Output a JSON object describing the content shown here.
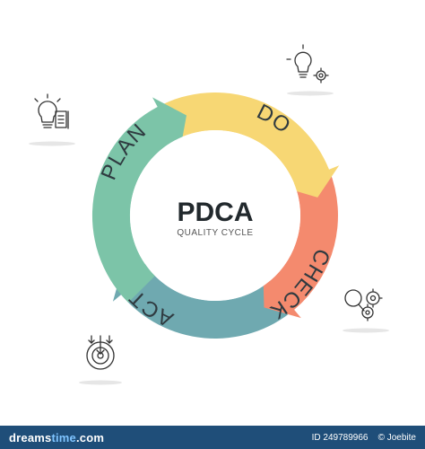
{
  "diagram": {
    "title": "PDCA",
    "subtitle": "QUALITY CYCLE",
    "stages": [
      {
        "label": "PLAN",
        "color": "#7cc4a8",
        "icon": "lightbulb-document-icon"
      },
      {
        "label": "DO",
        "color": "#f7d774",
        "icon": "lightbulb-gear-icon"
      },
      {
        "label": "CHECK",
        "color": "#f48a6e",
        "icon": "magnifier-gears-icon"
      },
      {
        "label": "ACT",
        "color": "#6fa9b0",
        "icon": "target-arrow-icon"
      }
    ]
  },
  "watermark": {
    "brand_prefix": "dreams",
    "brand_accent": "time",
    "brand_suffix": ".com",
    "id_text": "ID 249789966",
    "copyright_text": "© Joebite"
  }
}
